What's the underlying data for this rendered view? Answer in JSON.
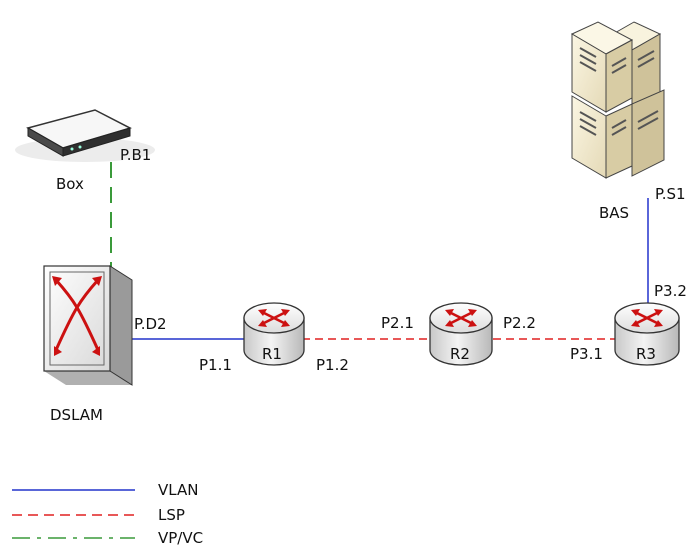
{
  "devices": {
    "box": {
      "label": "Box",
      "icon": "modem-icon"
    },
    "dslam": {
      "label": "DSLAM",
      "icon": "dslam-switch-icon"
    },
    "bas": {
      "label": "BAS",
      "icon": "server-tower-icon"
    },
    "r1": {
      "label": "R1",
      "icon": "router-icon"
    },
    "r2": {
      "label": "R2",
      "icon": "router-icon"
    },
    "r3": {
      "label": "R3",
      "icon": "router-icon"
    }
  },
  "ports": {
    "pb1": "P.B1",
    "pd2": "P.D2",
    "ps1": "P.S1",
    "p11": "P1.1",
    "p12": "P1.2",
    "p21": "P2.1",
    "p22": "P2.2",
    "p31": "P3.1",
    "p32": "P3.2"
  },
  "links": [
    {
      "from": "Box",
      "to": "DSLAM",
      "type": "VP/VC"
    },
    {
      "from": "DSLAM",
      "to": "R1",
      "type": "VLAN"
    },
    {
      "from": "R1",
      "to": "R2",
      "type": "LSP"
    },
    {
      "from": "R2",
      "to": "R3",
      "type": "LSP"
    },
    {
      "from": "R3",
      "to": "BAS",
      "type": "VLAN"
    }
  ],
  "legend": [
    {
      "label": "VLAN",
      "color": "#2233cc",
      "style": "solid"
    },
    {
      "label": "LSP",
      "color": "#e02020",
      "style": "dashed"
    },
    {
      "label": "VP/VC",
      "color": "#3a9a3a",
      "style": "long-dashed"
    }
  ]
}
